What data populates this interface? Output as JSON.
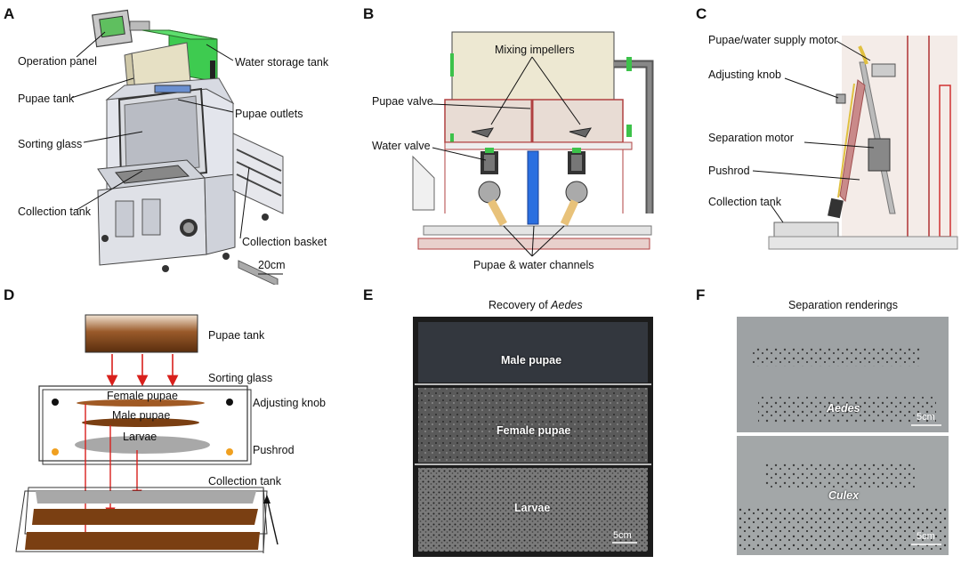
{
  "panels": {
    "A": {
      "letter": "A",
      "labels": {
        "operation_panel": "Operation panel",
        "water_storage_tank": "Water storage tank",
        "pupae_tank": "Pupae tank",
        "pupae_outlets": "Pupae outlets",
        "sorting_glass": "Sorting glass",
        "collection_tank": "Collection tank",
        "collection_basket": "Collection basket",
        "scale": "20cm"
      }
    },
    "B": {
      "letter": "B",
      "labels": {
        "mixing_impellers": "Mixing impellers",
        "pupae_valve": "Pupae valve",
        "water_valve": "Water valve",
        "channels": "Pupae & water channels"
      }
    },
    "C": {
      "letter": "C",
      "labels": {
        "supply_motor": "Pupae/water supply motor",
        "adjusting_knob": "Adjusting knob",
        "separation_motor": "Separation motor",
        "pushrod": "Pushrod",
        "collection_tank": "Collection tank"
      }
    },
    "D": {
      "letter": "D",
      "labels": {
        "pupae_tank": "Pupae tank",
        "sorting_glass": "Sorting glass",
        "female_pupae": "Female pupae",
        "adjusting_knob": "Adjusting knob",
        "male_pupae": "Male pupae",
        "larvae": "Larvae",
        "pushrod": "Pushrod",
        "collection_tank": "Collection tank"
      }
    },
    "E": {
      "letter": "E",
      "title_prefix": "Recovery of ",
      "title_italic": "Aedes",
      "labels": {
        "male_pupae": "Male pupae",
        "female_pupae": "Female pupae",
        "larvae": "Larvae",
        "scale": "5cm"
      }
    },
    "F": {
      "letter": "F",
      "title": "Separation renderings",
      "labels": {
        "aedes": "Aedes",
        "culex": "Culex",
        "scale_top": "5cm",
        "scale_bottom": "5cm"
      }
    }
  },
  "colors": {
    "arrow_red": "#d8201c",
    "pupae_brown": "#7a3f12",
    "female_brown": "#a05a25",
    "larvae_grey": "#a8a8a8",
    "knob_black": "#111111",
    "pushrod_orange": "#f0a020",
    "machine_green": "#3cc24a",
    "channel_blue": "#2a6fe0"
  }
}
